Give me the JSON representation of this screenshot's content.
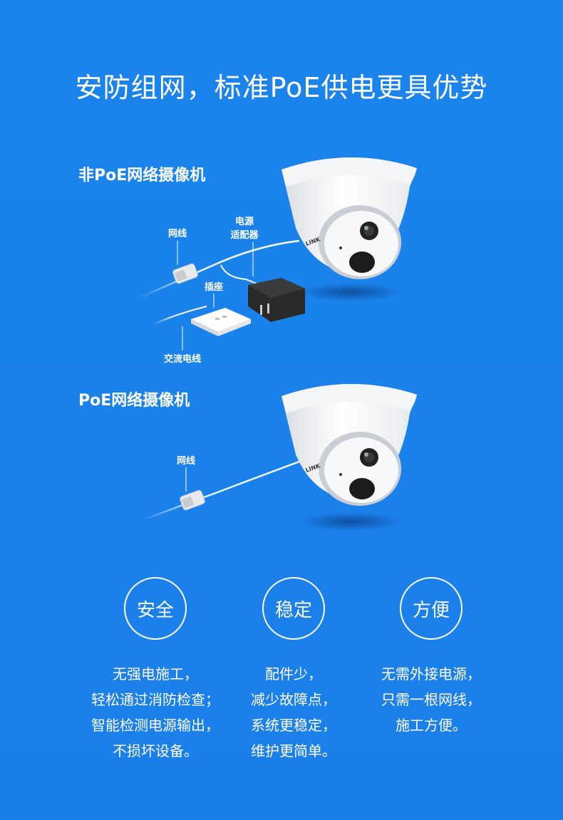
{
  "title": "安防组网，标准PoE供电更具优势",
  "non_poe": {
    "label": "非PoE网络摄像机",
    "callouts": {
      "cable": "网线",
      "adapter_line1": "电源",
      "adapter_line2": "适配器",
      "socket": "插座",
      "ac_cable": "交流电线"
    }
  },
  "poe": {
    "label": "PoE网络摄像机",
    "callouts": {
      "cable": "网线"
    }
  },
  "camera_logo": "LINK",
  "features": [
    {
      "name": "安全",
      "lines": [
        "无强电施工，",
        "轻松通过消防检查；",
        "智能检测电源输出，",
        "不损坏设备。"
      ]
    },
    {
      "name": "稳定",
      "lines": [
        "配件少，",
        "减少故障点，",
        "系统更稳定，",
        "维护更简单。"
      ]
    },
    {
      "name": "方便",
      "lines": [
        "无需外接电源，",
        "只需一根网线，",
        "施工方便。"
      ]
    }
  ]
}
